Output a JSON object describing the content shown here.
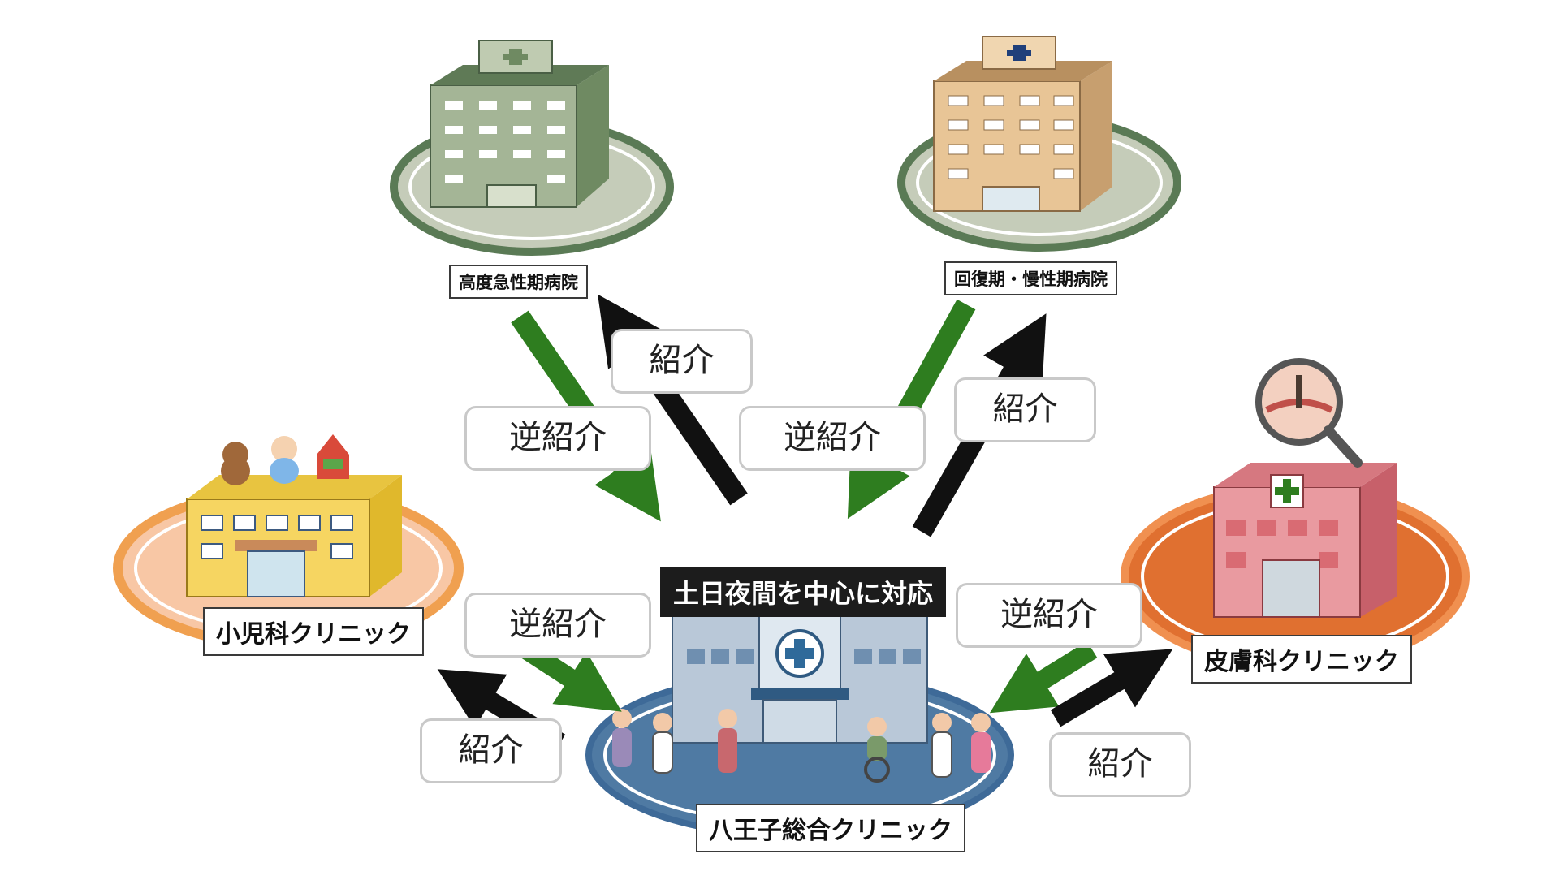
{
  "colors": {
    "green_arrow": "#2e7d1f",
    "black_arrow": "#111111",
    "pediatric_ring": "#f0a050",
    "dermatology_ring": "#e07030",
    "hospital_ring": "#5a7a55",
    "main_ring": "#3e6a98"
  },
  "facilities": {
    "acute_hospital": "高度急性期病院",
    "recovery_hospital": "回復期・慢性期病院",
    "pediatric_clinic": "小児科クリニック",
    "dermatology_clinic": "皮膚科クリニック",
    "main_clinic": "八王子総合クリニック"
  },
  "main_banner": "土日夜間を中心に対応",
  "flow_labels": {
    "referral": "紹介",
    "reverse_referral": "逆紹介"
  }
}
